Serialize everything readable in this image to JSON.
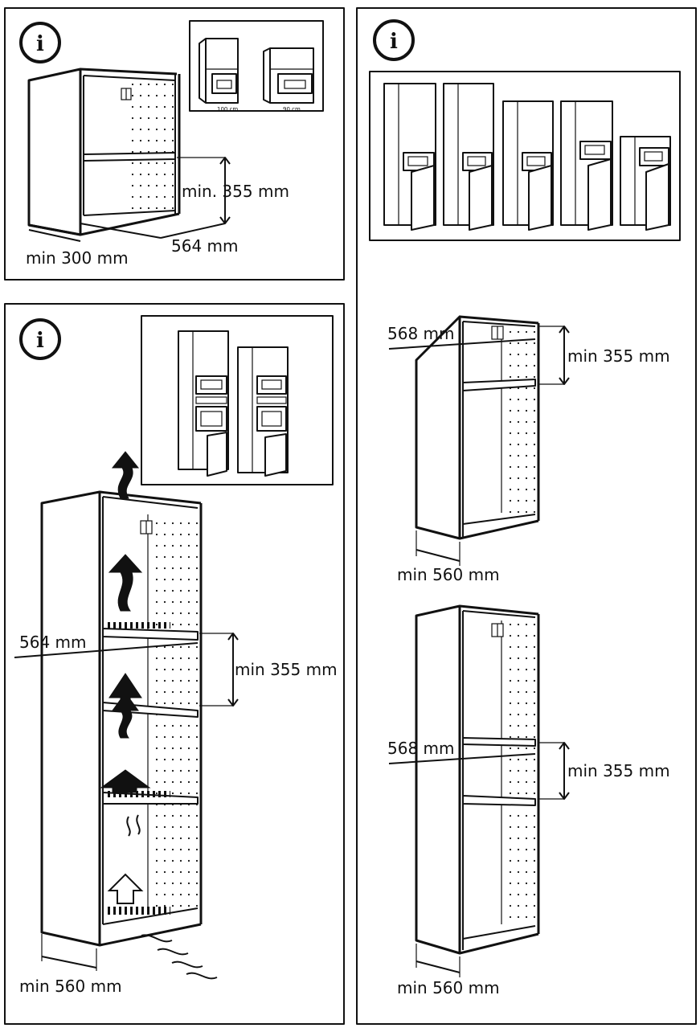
{
  "panels": {
    "top_left": {
      "dim_height": "min. 355 mm",
      "dim_width": "564 mm",
      "dim_depth": "min 300 mm",
      "inset_labels": [
        "100 cm",
        "90 cm"
      ]
    },
    "bottom_left": {
      "dim_width": "564 mm",
      "dim_height": "min 355 mm",
      "dim_depth": "min 560 mm"
    },
    "right_top_cabinet": {
      "dim_width": "568 mm",
      "dim_height": "min 355 mm",
      "dim_depth": "min 560 mm"
    },
    "right_bottom_cabinet": {
      "dim_width": "568 mm",
      "dim_height": "min 355 mm",
      "dim_depth": "min 560 mm"
    }
  },
  "info_icon_glyph": "i"
}
